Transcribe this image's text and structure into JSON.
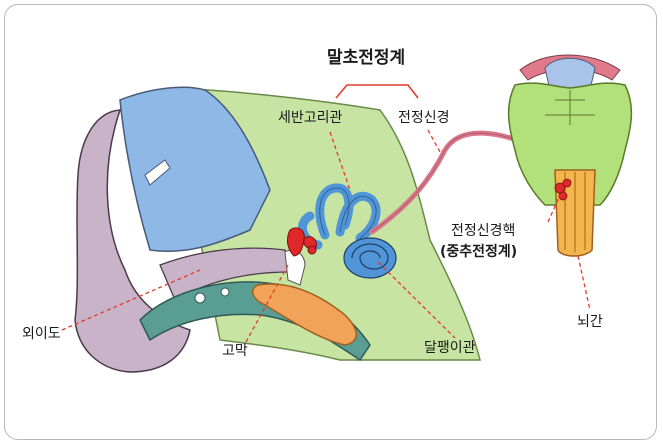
{
  "labels": {
    "peripheral_vestibular": "말초전정계",
    "semicircular_canal": "세반고리관",
    "vestibular_nerve": "전정신경",
    "vestibular_nucleus": "전정신경핵",
    "central_vestibular": "(중추전정계)",
    "brainstem": "뇌간",
    "external_canal": "외이도",
    "eardrum": "고막",
    "cochlea": "달팽이관"
  },
  "colors": {
    "outer_ear": "#c9b3c8",
    "skull_blue": "#8eb8e6",
    "tissue_green": "#c7e4a2",
    "bone_teal": "#5a9d93",
    "inner_ear_blue": "#4f95d8",
    "ossicle_red": "#e0282a",
    "nerve_pink": "#d97689",
    "brainstem_green": "#b2e07a",
    "brainstem_orange": "#f3b54c",
    "eustachian_orange": "#f2a35a",
    "pointer_red": "#e33b2b"
  }
}
